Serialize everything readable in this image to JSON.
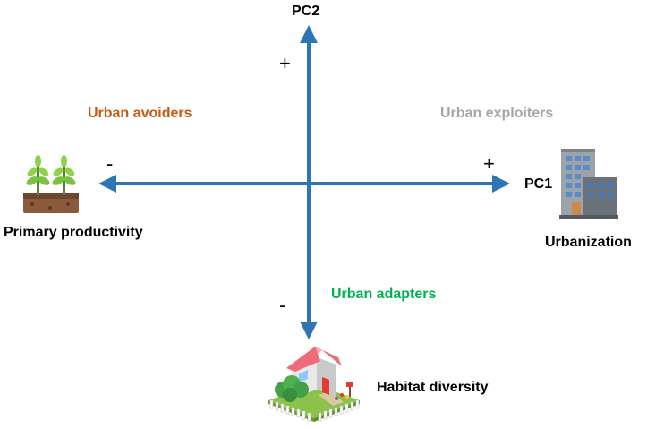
{
  "axes": {
    "pc1_label": "PC1",
    "pc2_label": "PC2",
    "pc1_plus": "+",
    "pc1_minus": "-",
    "pc2_plus": "+",
    "pc2_minus": "-"
  },
  "quadrants": {
    "avoiders": "Urban avoiders",
    "exploiters": "Urban exploiters",
    "adapters": "Urban adapters"
  },
  "poles": {
    "left": "Primary productivity",
    "right": "Urbanization",
    "bottom": "Habitat diversity"
  },
  "colors": {
    "arrow": "#2e75b6",
    "avoiders": "#c55a11",
    "exploiters": "#a6a6a6",
    "adapters": "#00b050",
    "text": "#000000"
  },
  "icons": {
    "left": "sprout-icon",
    "right": "office-building-icon",
    "bottom": "house-garden-icon"
  }
}
